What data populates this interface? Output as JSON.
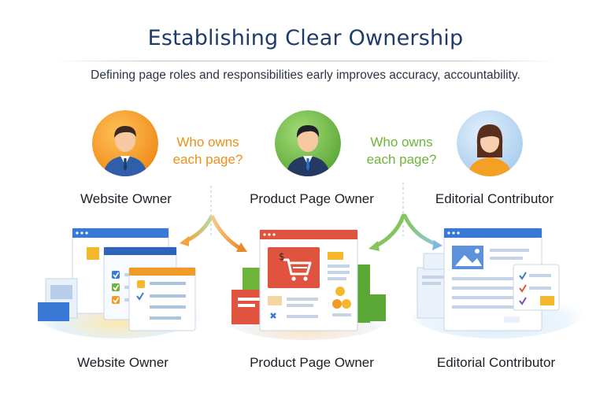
{
  "header": {
    "title": "Establishing Clear Ownership",
    "subtitle": "Defining page roles and responsibilities early improves accuracy, accountability."
  },
  "questions": [
    {
      "line1": "Who owns",
      "line2": "each page?",
      "color": "#e9901c"
    },
    {
      "line1": "Who owns",
      "line2": "each page?",
      "color": "#6fb43a"
    }
  ],
  "roles_top": [
    "Website Owner",
    "Product Page Owner",
    "Editorial Contributor"
  ],
  "roles_bottom": [
    "Website Owner",
    "Product Page Owner",
    "Editorial Contributor"
  ],
  "illustration": {
    "price_symbol": "$",
    "icons": [
      "user-avatar-icon",
      "cart-icon",
      "checkbox-icon",
      "image-icon",
      "puzzle-icon"
    ]
  },
  "colors": {
    "title": "#1f3b6b",
    "orange": "#f29a26",
    "green": "#6fb43a",
    "blue": "#3a78d6",
    "red": "#e0533f"
  }
}
